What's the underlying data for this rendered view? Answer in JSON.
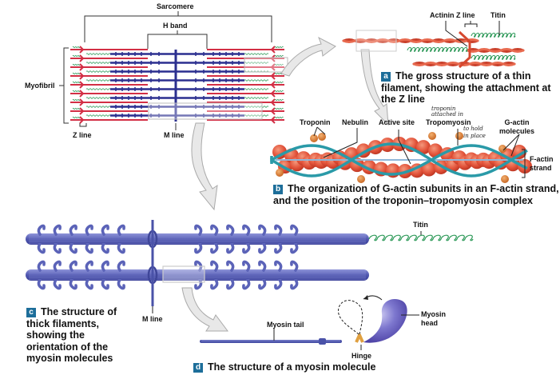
{
  "diagram": {
    "title": "Sarcomere and filament structure",
    "colors": {
      "thin_filament": "#e0553a",
      "thick_filament": "#2b2f8f",
      "myosin_3d": "#5b63b8",
      "titin": "#2f9a5a",
      "tropomyosin": "#2a9aa8",
      "troponin": "#e07b2a",
      "badge": "#1d6e9a",
      "z_line": "#d32f45",
      "arrow_fill": "#e8e8e8"
    },
    "sarcomere_panel": {
      "labels": {
        "sarcomere": "Sarcomere",
        "h_band": "H band",
        "myofibril": "Myofibril",
        "z_line": "Z line",
        "m_line": "M line"
      }
    },
    "panel_a": {
      "badge": "a",
      "caption": "The gross structure of a thin filament, showing the attachment at the Z line",
      "labels": {
        "actinin_z_line": "Actinin Z line",
        "titin": "Titin"
      }
    },
    "panel_b": {
      "badge": "b",
      "caption": "The organization of G-actin subunits in an F-actin strand, and the position of the troponin–tropomyosin complex",
      "labels": {
        "troponin": "Troponin",
        "nebulin": "Nebulin",
        "active_site": "Active site",
        "tropomyosin": "Tropomyosin",
        "g_actin": "G-actin molecules",
        "f_actin": "F-actin strand"
      },
      "handwritten_notes": {
        "line1": "troponin",
        "line2": "attached in",
        "line3": "to hold",
        "line4": "in place"
      }
    },
    "panel_c": {
      "badge": "c",
      "caption": "The structure of thick filaments, showing the orientation of the myosin molecules",
      "labels": {
        "m_line": "M line",
        "titin": "Titin"
      }
    },
    "panel_d": {
      "badge": "d",
      "caption": "The structure of a myosin molecule",
      "labels": {
        "myosin_tail": "Myosin tail",
        "hinge": "Hinge",
        "myosin_head": "Myosin head"
      }
    }
  }
}
